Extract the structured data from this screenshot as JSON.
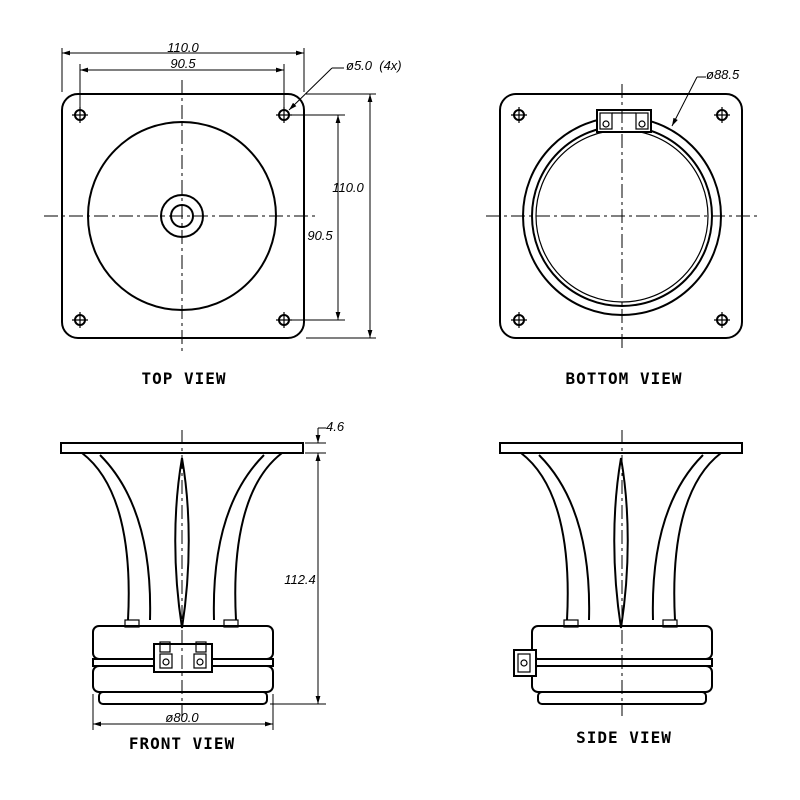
{
  "views": {
    "top": "TOP VIEW",
    "bottom": "BOTTOM VIEW",
    "front": "FRONT VIEW",
    "side": "SIDE VIEW"
  },
  "dimensions": {
    "flange_width": "110.0",
    "hole_spacing_x": "90.5",
    "hole_diameter": "ø5.0  (4x)",
    "flange_height": "110.0",
    "hole_spacing_y": "90.5",
    "body_diameter": "ø88.5",
    "flange_thickness": "4.6",
    "overall_height": "112.4",
    "base_diameter": "ø80.0"
  }
}
